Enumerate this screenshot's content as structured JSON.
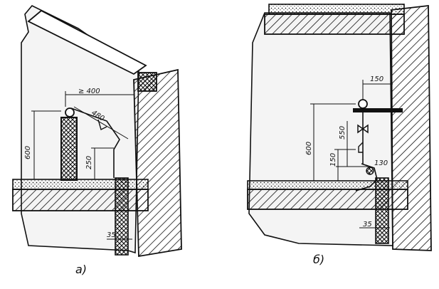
{
  "figure_a": {
    "caption": "а)",
    "dims": {
      "d400": "≥ 400",
      "d600": "600",
      "d480": "480",
      "d250": "250",
      "d35": "35"
    }
  },
  "figure_b": {
    "caption": "б)",
    "dims": {
      "d150": "150",
      "d600": "600",
      "d550": "550",
      "d150b": "150",
      "d130": "130",
      "d35": "35"
    }
  },
  "colors": {
    "ink": "#111111",
    "paper": "#ffffff",
    "wall": "#f2f2f2"
  }
}
